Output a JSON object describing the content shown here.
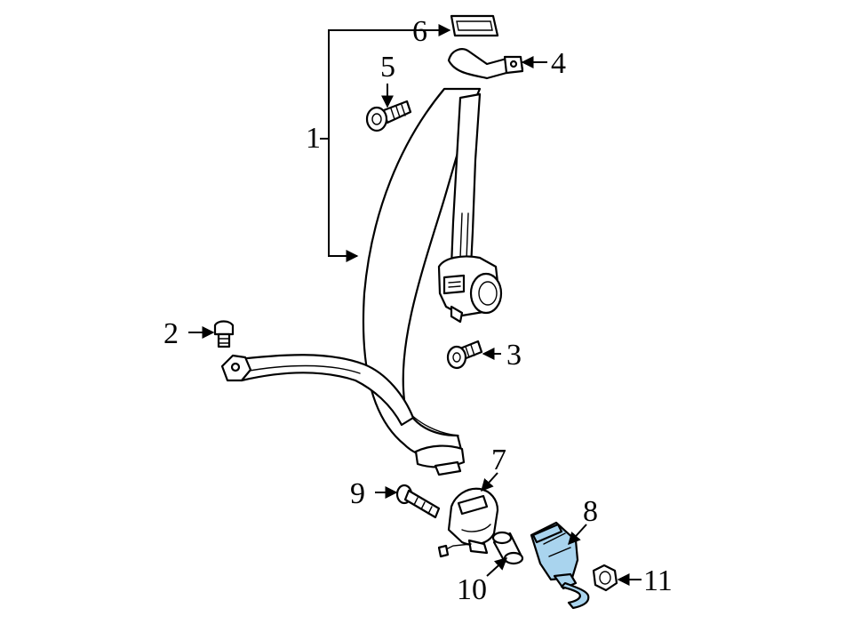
{
  "diagram": {
    "callouts": [
      {
        "id": "1",
        "label": "1"
      },
      {
        "id": "2",
        "label": "2"
      },
      {
        "id": "3",
        "label": "3"
      },
      {
        "id": "4",
        "label": "4"
      },
      {
        "id": "5",
        "label": "5"
      },
      {
        "id": "6",
        "label": "6"
      },
      {
        "id": "7",
        "label": "7"
      },
      {
        "id": "8",
        "label": "8"
      },
      {
        "id": "9",
        "label": "9"
      },
      {
        "id": "10",
        "label": "10"
      },
      {
        "id": "11",
        "label": "11"
      }
    ],
    "highlight_color": "#a9d4ee",
    "highlighted_part": "8"
  }
}
